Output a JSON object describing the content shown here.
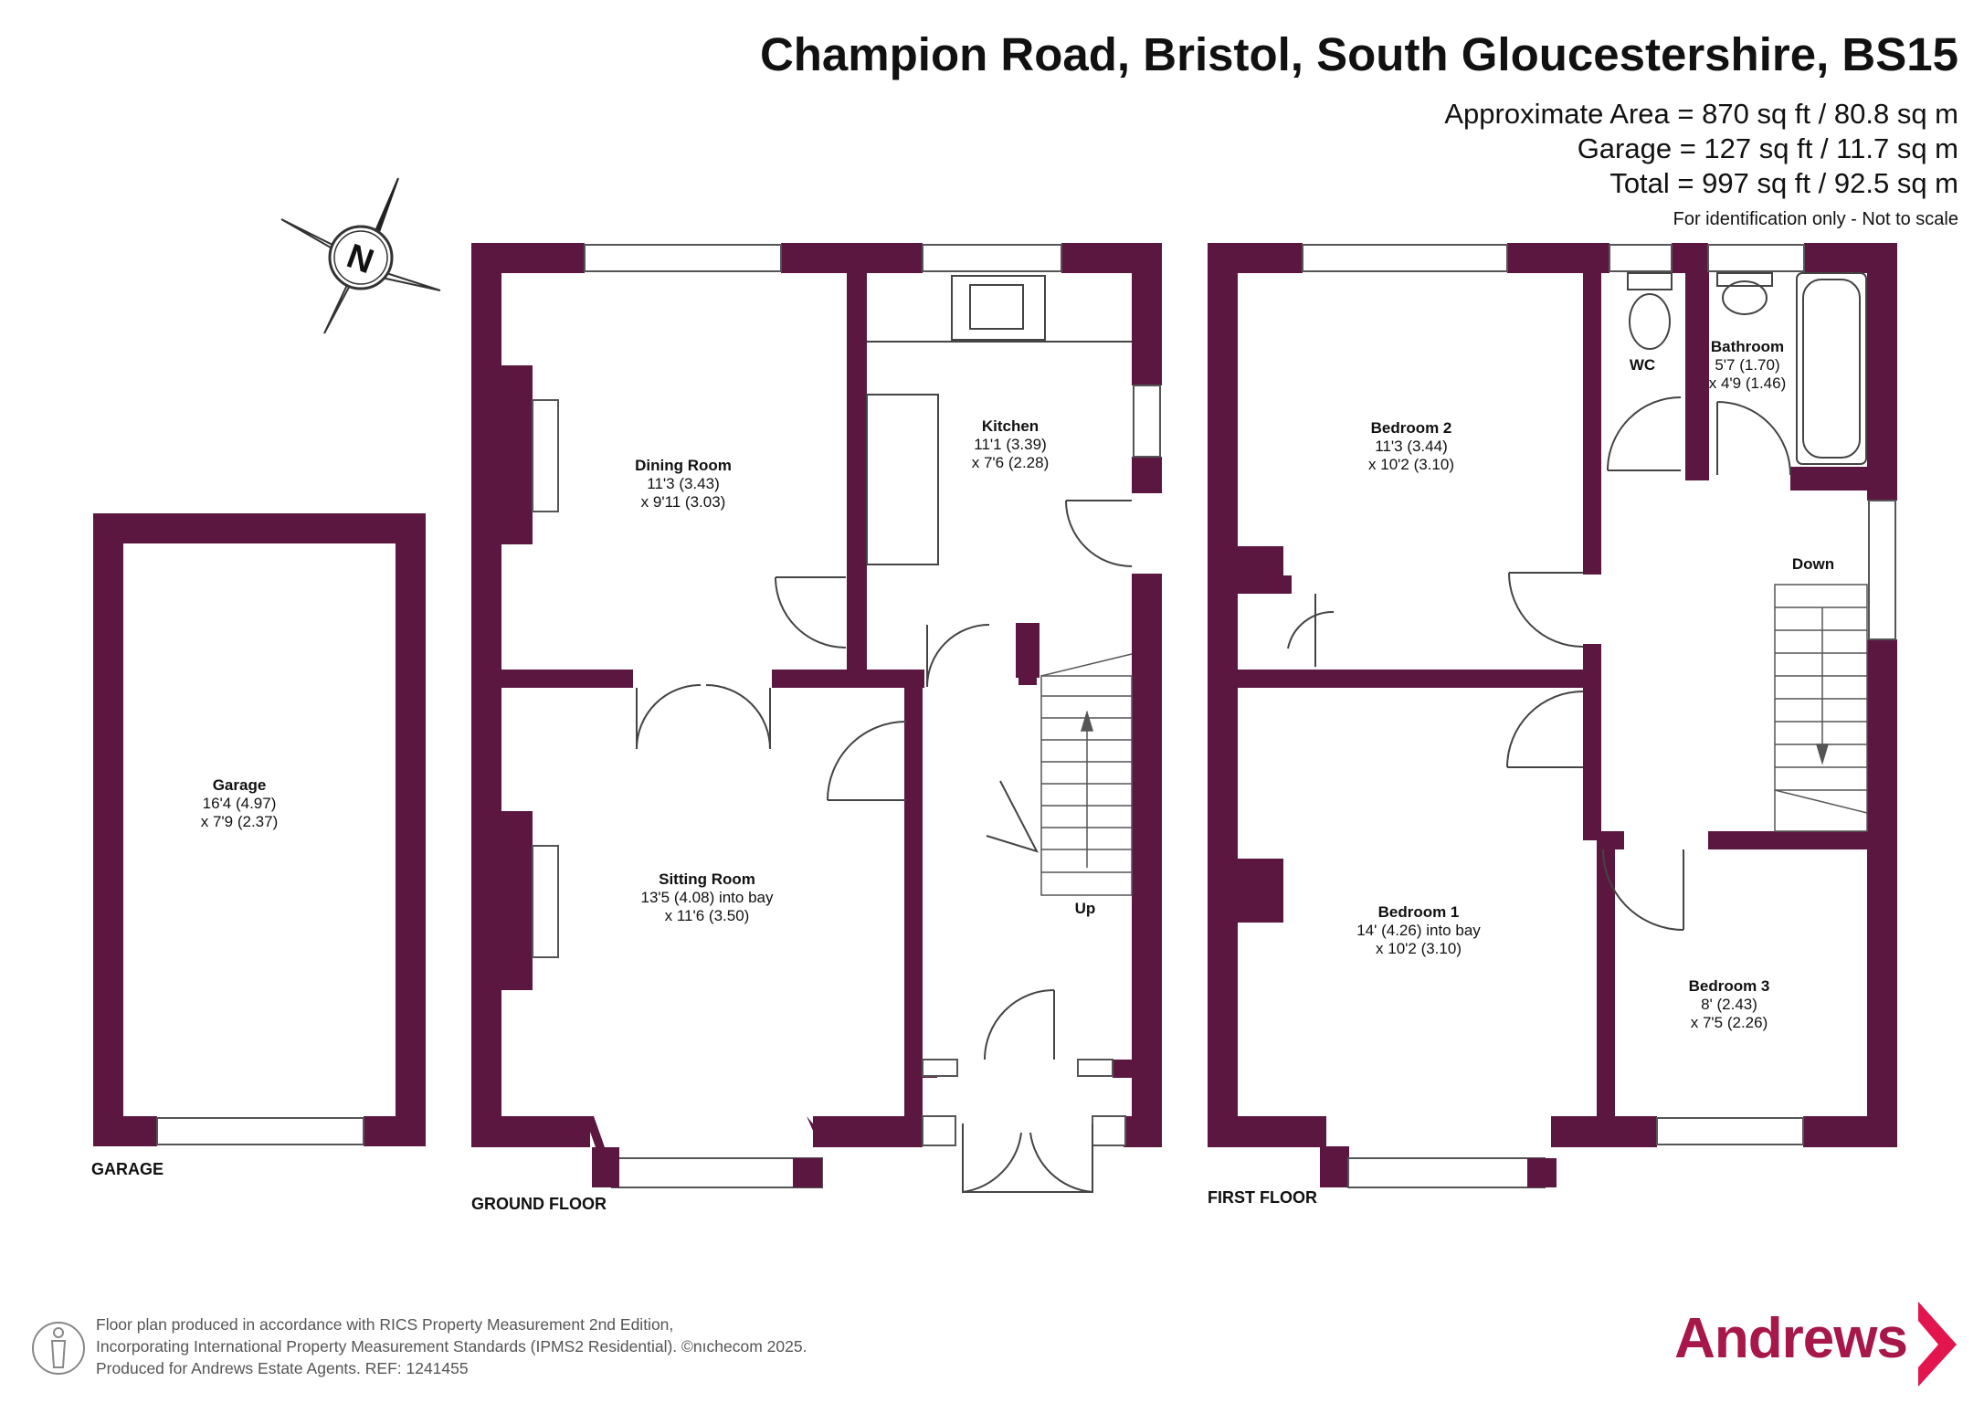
{
  "header": {
    "title": "Champion Road, Bristol, South Gloucestershire, BS15",
    "approx_area": "Approximate Area = 870 sq ft / 80.8 sq m",
    "garage_area": "Garage = 127 sq ft / 11.7 sq m",
    "total_area": "Total = 997 sq ft / 92.5 sq m",
    "disclaimer": "For identification only - Not to scale"
  },
  "compass": {
    "letter": "N",
    "icon": "compass-north-icon"
  },
  "floors": {
    "garage_label": "GARAGE",
    "ground_label": "GROUND FLOOR",
    "first_label": "FIRST FLOOR"
  },
  "rooms": {
    "garage": {
      "name": "Garage",
      "dim1": "16'4 (4.97)",
      "dim2": "x 7'9 (2.37)"
    },
    "dining": {
      "name": "Dining Room",
      "dim1": "11'3 (3.43)",
      "dim2": "x 9'11 (3.03)"
    },
    "kitchen": {
      "name": "Kitchen",
      "dim1": "11'1 (3.39)",
      "dim2": "x 7'6 (2.28)"
    },
    "sitting": {
      "name": "Sitting Room",
      "dim1": "13'5 (4.08) into bay",
      "dim2": "x 11'6 (3.50)"
    },
    "bedroom2": {
      "name": "Bedroom 2",
      "dim1": "11'3 (3.44)",
      "dim2": "x 10'2 (3.10)"
    },
    "wc": {
      "name": "WC"
    },
    "bathroom": {
      "name": "Bathroom",
      "dim1": "5'7 (1.70)",
      "dim2": "x 4'9 (1.46)"
    },
    "bedroom1": {
      "name": "Bedroom 1",
      "dim1": "14' (4.26) into bay",
      "dim2": "x 10'2 (3.10)"
    },
    "bedroom3": {
      "name": "Bedroom 3",
      "dim1": "8' (2.43)",
      "dim2": "x 7'5 (2.26)"
    },
    "stairs_up": "Up",
    "stairs_down": "Down"
  },
  "footer": {
    "line1": "Floor plan produced in accordance with RICS Property Measurement 2nd Edition,",
    "line2": "Incorporating International Property Measurement Standards (IPMS2 Residential).   ©nıchecom 2025.",
    "line3": "Produced for Andrews Estate Agents.   REF: 1241455"
  },
  "brand": {
    "name": "Andrews",
    "color": "#a8174a"
  },
  "colors": {
    "wall": "#5c1741",
    "accent": "#e3154f"
  }
}
